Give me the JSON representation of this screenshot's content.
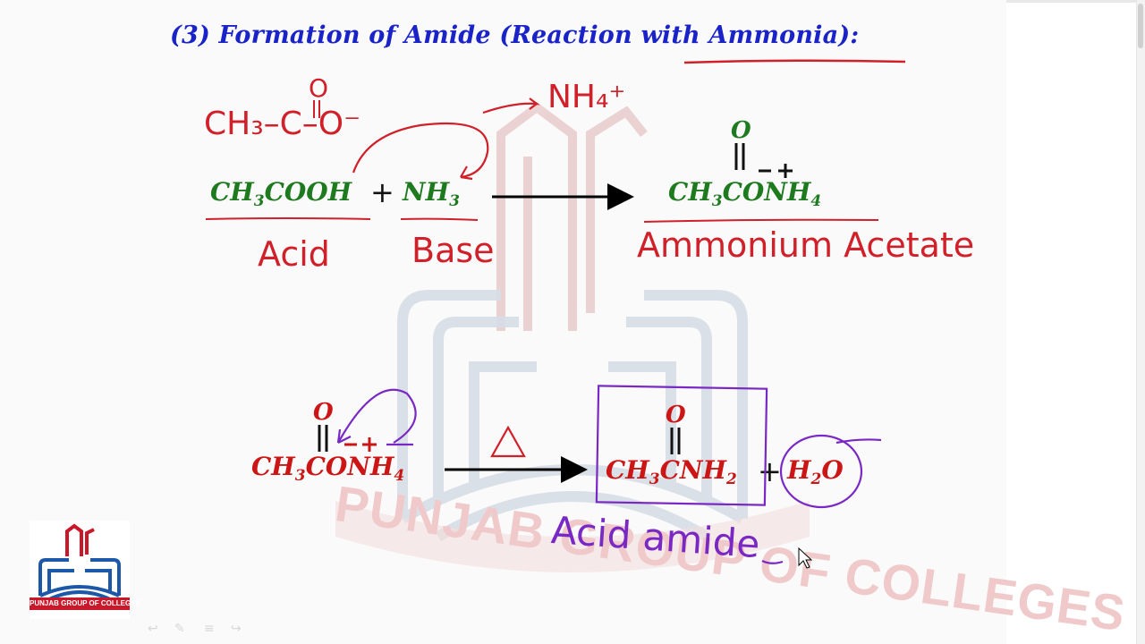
{
  "title": "(3) Formation of Amide (Reaction with Ammonia):",
  "reaction1": {
    "reactant1": {
      "main": "CH",
      "sub": "3",
      "rest": "COOH"
    },
    "plus": "+",
    "reactant2": {
      "main": "NH",
      "sub": "3"
    },
    "product": {
      "o_label": "O",
      "main": "CH",
      "sub1": "3",
      "mid": "CONH",
      "sub2": "4"
    }
  },
  "reaction2": {
    "reactant": {
      "o_label": "O",
      "main": "CH",
      "sub1": "3",
      "mid": "CONH",
      "sub2": "4"
    },
    "product1": {
      "o_label": "O",
      "main": "CH",
      "sub1": "3",
      "mid": "CNH",
      "sub2": "2"
    },
    "plus": "+",
    "product2": {
      "main": "H",
      "sub": "2",
      "rest": "O"
    }
  },
  "handwriting": {
    "structure": "CH₃–C–O⁻",
    "structure_o": "O",
    "nh4": "NH₄⁺",
    "acid": "Acid",
    "base": "Base",
    "ammonium_acetate": "Ammonium Acetate",
    "delta": "Δ",
    "acid_amide": "Acid amide"
  },
  "watermark": {
    "text": "PUNJAB GROUP OF COLLEGES"
  },
  "logo": {
    "caption": "PUNJAB GROUP OF COLLEGES"
  },
  "colors": {
    "title": "#1a23c8",
    "green": "#1e7a1e",
    "red": "#cc1515",
    "ink_red": "#d0202a",
    "ink_purple": "#7a28c4"
  }
}
